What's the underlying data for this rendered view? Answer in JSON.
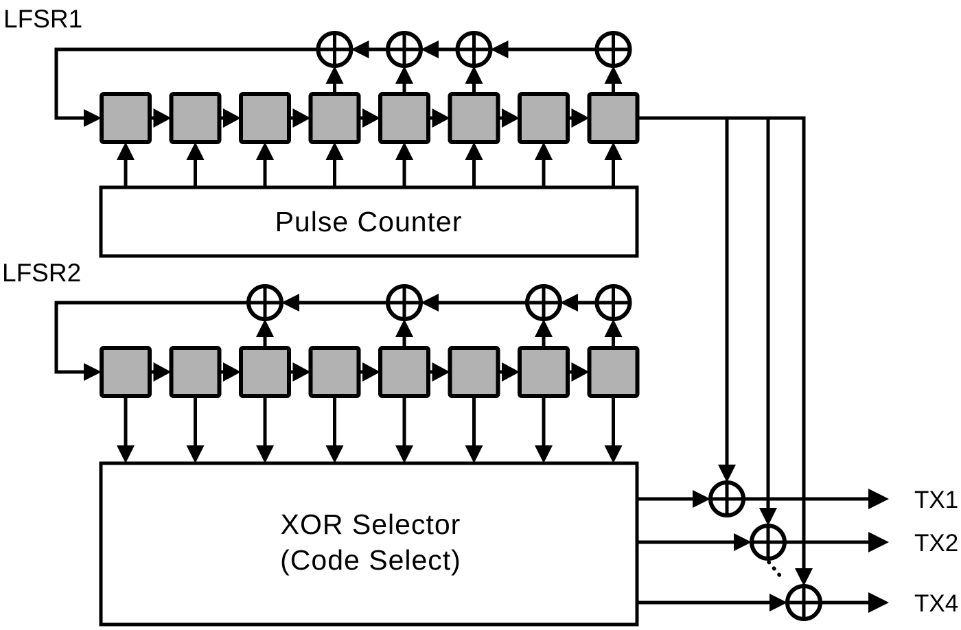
{
  "diagram": {
    "background": "#ffffff",
    "colors": {
      "stroke": "#000000",
      "cell_fill": "#b2b2b2",
      "gate_fill": "#ffffff"
    },
    "lfsr1": {
      "label": "LFSR1",
      "cells": 8,
      "taps": [
        4,
        5,
        6,
        8
      ]
    },
    "lfsr2": {
      "label": "LFSR2",
      "cells": 8,
      "taps": [
        3,
        5,
        7,
        8
      ]
    },
    "pulse_counter": {
      "label": "Pulse Counter"
    },
    "xor_selector": {
      "label_line1": "XOR Selector",
      "label_line2": "(Code Select)"
    },
    "outputs": [
      {
        "label": "TX1"
      },
      {
        "label": "TX2"
      },
      {
        "label": "TX4"
      }
    ]
  }
}
